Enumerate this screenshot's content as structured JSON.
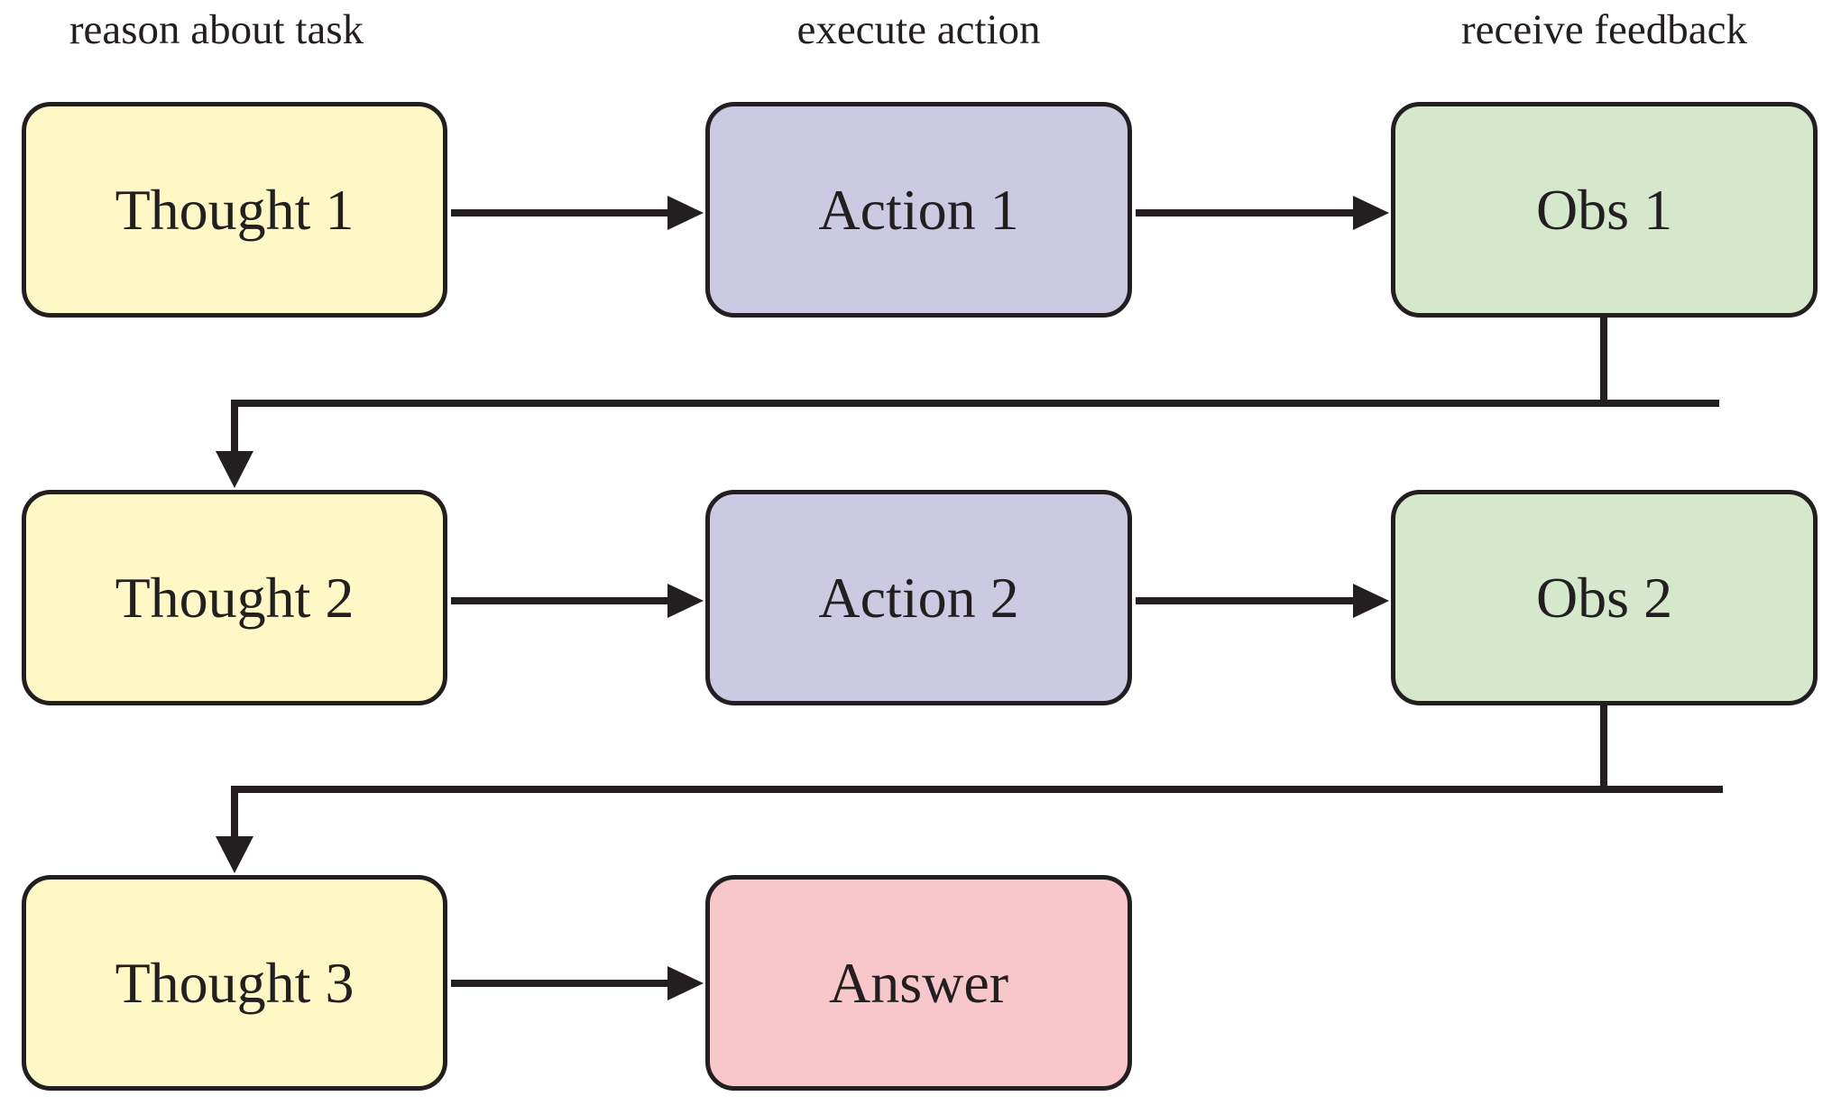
{
  "figure": {
    "type": "flow-diagram",
    "background": "#ffffff",
    "line_color": "#231f20",
    "column_labels": {
      "reason": "reason about task",
      "execute": "execute action",
      "feedback": "receive feedback"
    },
    "nodes": {
      "thought1": {
        "label": "Thought 1",
        "color": "#fdf8c6"
      },
      "action1": {
        "label": "Action 1",
        "color": "#cccae3"
      },
      "obs1": {
        "label": "Obs 1",
        "color": "#d5e8cc"
      },
      "thought2": {
        "label": "Thought 2",
        "color": "#fdf8c6"
      },
      "action2": {
        "label": "Action 2",
        "color": "#cccae3"
      },
      "obs2": {
        "label": "Obs 2",
        "color": "#d5e8cc"
      },
      "thought3": {
        "label": "Thought 3",
        "color": "#fdf8c6"
      },
      "answer": {
        "label": "Answer",
        "color": "#f7c7cb"
      }
    },
    "edges": [
      {
        "from": "thought1",
        "to": "action1"
      },
      {
        "from": "action1",
        "to": "obs1"
      },
      {
        "from": "obs1",
        "to": "thought2"
      },
      {
        "from": "thought2",
        "to": "action2"
      },
      {
        "from": "action2",
        "to": "obs2"
      },
      {
        "from": "obs2",
        "to": "thought3"
      },
      {
        "from": "thought3",
        "to": "answer"
      }
    ]
  }
}
